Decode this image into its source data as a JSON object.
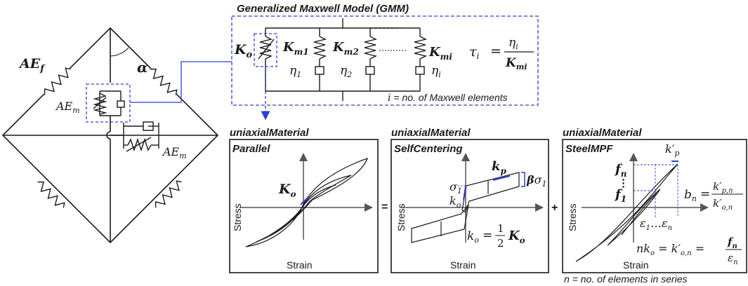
{
  "gmm": {
    "title": "Generalized Maxwell Model (GMM)",
    "k0": "K",
    "k0_sub": "o",
    "km1": "K",
    "km1_sub": "m1",
    "km2": "K",
    "km2_sub": "m2",
    "kmi": "K",
    "kmi_sub": "mi",
    "eta1": "η",
    "eta1_sub": "1",
    "eta2": "η",
    "eta2_sub": "2",
    "etai": "η",
    "etai_sub": "i",
    "tau": "τ",
    "tau_sub": "i",
    "eq": "=",
    "tau_num": "η",
    "tau_num_sub": "i",
    "tau_den": "K",
    "tau_den_sub": "mi",
    "note_i": "i",
    "note": "= no. of Maxwell elements"
  },
  "frame": {
    "aef": "AE",
    "aef_sub": "f",
    "alpha": "α",
    "aem1": "AE",
    "aem1_sub": "m",
    "aem2": "AE",
    "aem2_sub": "m"
  },
  "panels": [
    {
      "material": "uniaxialMaterial",
      "name": "Parallel",
      "xlabel": "Strain",
      "ylabel": "Stress",
      "k": "K",
      "k_sub": "o"
    },
    {
      "material": "uniaxialMaterial",
      "name": "SelfCentering",
      "xlabel": "Strain",
      "ylabel": "Stress",
      "sigma": "σ",
      "sigma_sub": "1",
      "ko": "k",
      "ko_sub": "o",
      "kp": "k",
      "kp_sub": "p",
      "beta": "β",
      "beta_sigma": "σ",
      "beta_sub": "1",
      "eq_left": "k",
      "eq_left_sub": "o",
      "eq_sign": "=",
      "eq_num": "1",
      "eq_den": "2",
      "eq_K": "K",
      "eq_K_sub": "o"
    },
    {
      "material": "uniaxialMaterial",
      "name": "SteelMPF",
      "xlabel": "Strain",
      "ylabel": "Stress",
      "kpp": "k′",
      "kpp_sub": "p",
      "fn": "f",
      "fn_sub": "n",
      "dots": "⋮",
      "f1": "f",
      "f1_sub": "1",
      "bn": "b",
      "bn_sub": "n",
      "bn_eq": "=",
      "bn_num": "k′",
      "bn_num_sub": "p,n",
      "bn_den": "k′",
      "bn_den_sub": "o,n",
      "eps": "ε",
      "eps_sub1": "1",
      "eps_mid": "…",
      "eps2": "ε",
      "eps_sub2": "n",
      "nko_n": "nk",
      "nko_sub": "o",
      "nko_eq": "=",
      "nko_k": "k′",
      "nko_k_sub": "o,n",
      "nko_eq2": "=",
      "nko_fnum": "f",
      "nko_fnum_sub": "n",
      "nko_eden": "ε",
      "nko_eden_sub": "n"
    }
  ],
  "ops": {
    "equals": "=",
    "plus": "+"
  },
  "footnote": "n = no. of elements in series",
  "colors": {
    "blue": "#2f3fd6",
    "black": "#1a1a1a"
  }
}
